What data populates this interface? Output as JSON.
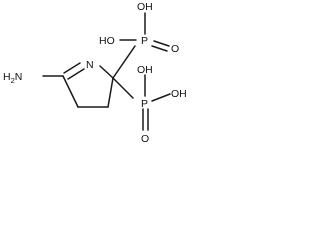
{
  "molecule": {
    "atoms": {
      "amine": "H2N",
      "amine_prefix": "H",
      "amine_subscript": "2",
      "amine_n": "N",
      "ring_nitrogen": "N",
      "upper_phosphorus": "P",
      "upper_oh_top": "OH",
      "upper_oh_left": "HO",
      "upper_oxo": "O",
      "lower_phosphorus": "P",
      "lower_oh_top": "OH",
      "lower_oh_right": "OH",
      "lower_oxo": "O"
    },
    "colors": {
      "bond": "#1a1a1a",
      "text": "#111111",
      "background": "#ffffff"
    }
  }
}
